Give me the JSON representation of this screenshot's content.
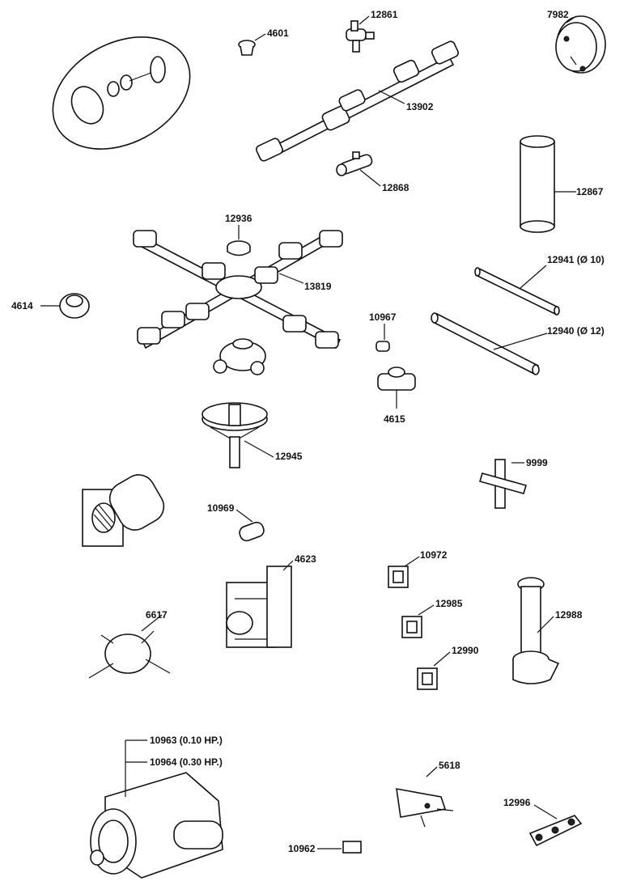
{
  "labels": {
    "p4601": "4601",
    "p12861": "12861",
    "p7982": "7982",
    "p13902": "13902",
    "p12868": "12868",
    "p12867": "12867",
    "p12936": "12936",
    "p13819": "13819",
    "p4614": "4614",
    "p12941": "12941 (Ø 10)",
    "p12940": "12940 (Ø 12)",
    "p10967": "10967",
    "p4615": "4615",
    "p12945": "12945",
    "p9999": "9999",
    "p10969": "10969",
    "p4623": "4623",
    "p10972": "10972",
    "p6617": "6617",
    "p12985": "12985",
    "p12988": "12988",
    "p12990": "12990",
    "p10963": "10963 (0.10 HP.)",
    "p10964": "10964 (0.30 HP.)",
    "p5618": "5618",
    "p12996": "12996",
    "p10962": "10962"
  }
}
